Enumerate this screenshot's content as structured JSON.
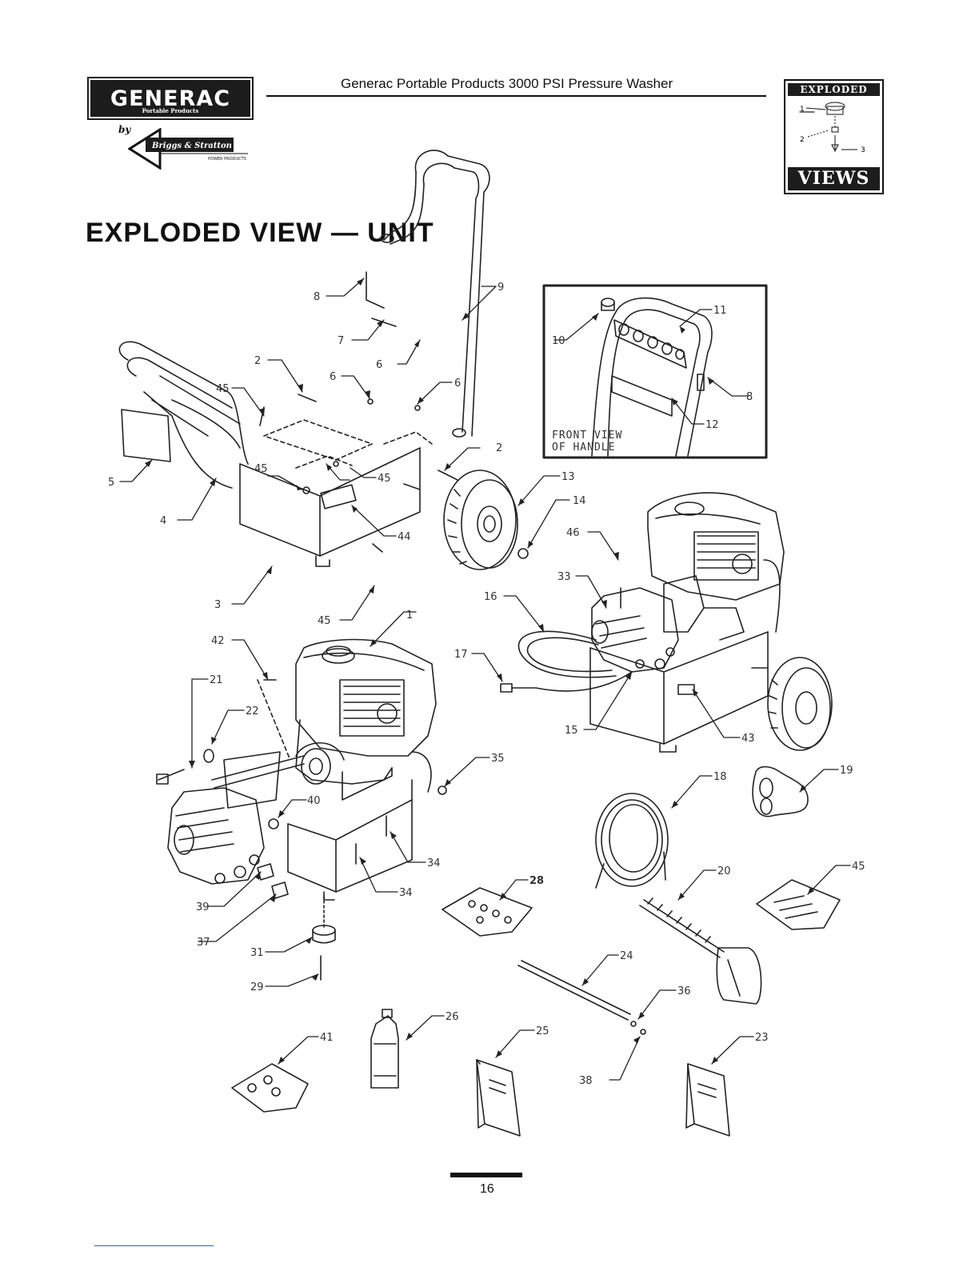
{
  "header": {
    "brand_name": "GENERAC",
    "brand_subline": "Portable Products",
    "by_text": "by",
    "partner_name": "Briggs & Stratton",
    "partner_subline": "POWER PRODUCTS",
    "document_title": "Generac Portable Products 3000 PSI Pressure Washer",
    "badge": {
      "top_label": "EXPLODED",
      "bottom_label": "VIEWS",
      "callouts": [
        "1",
        "2",
        "3"
      ]
    }
  },
  "section_title": "EXPLODED VIEW — UNIT",
  "inset": {
    "caption_line1": "FRONT VIEW",
    "caption_line2": "OF HANDLE"
  },
  "callouts": [
    "1",
    "2",
    "3",
    "4",
    "5",
    "6",
    "7",
    "8",
    "9",
    "10",
    "11",
    "12",
    "13",
    "14",
    "15",
    "16",
    "17",
    "18",
    "19",
    "20",
    "21",
    "22",
    "23",
    "24",
    "25",
    "26",
    "28",
    "29",
    "31",
    "33",
    "34",
    "35",
    "36",
    "37",
    "38",
    "39",
    "40",
    "41",
    "42",
    "43",
    "44",
    "45",
    "46"
  ],
  "footer": {
    "page_number": "16"
  },
  "colors": {
    "ink": "#111111",
    "badge_fill": "#1c1c1c",
    "link_line": "#3a55c8"
  }
}
